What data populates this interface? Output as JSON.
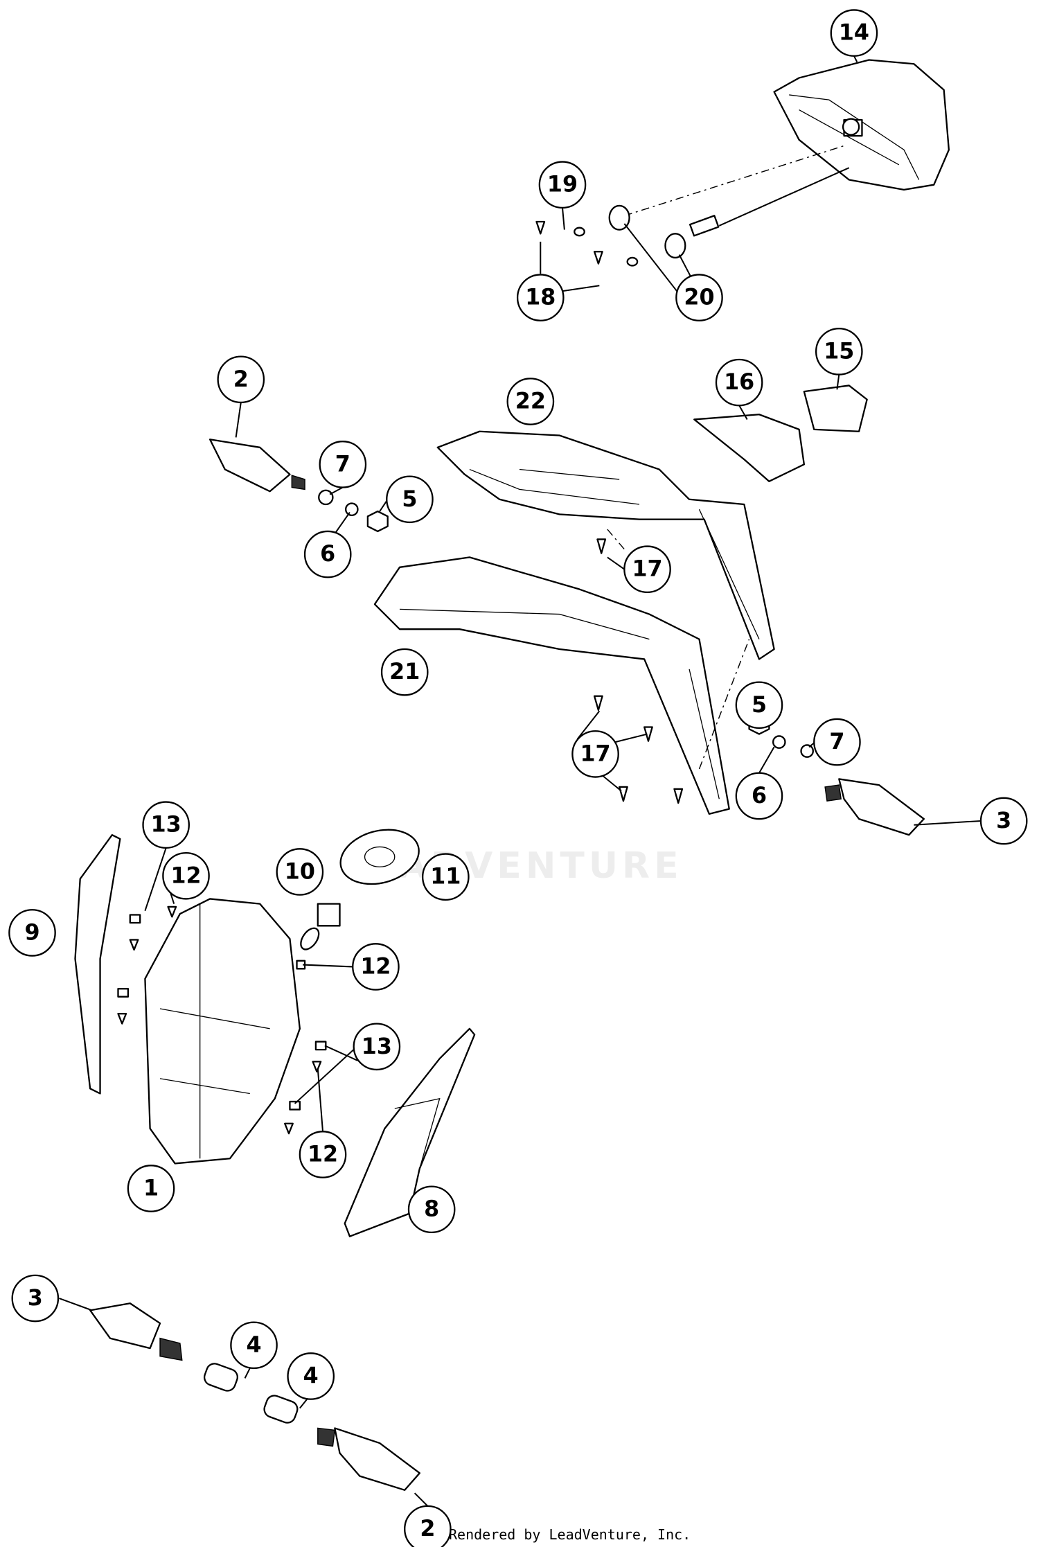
{
  "diagram": {
    "callouts": [
      "14",
      "19",
      "18",
      "20",
      "15",
      "16",
      "2",
      "22",
      "7",
      "5",
      "6",
      "17",
      "21",
      "5",
      "7",
      "17",
      "6",
      "3",
      "13",
      "12",
      "10",
      "11",
      "9",
      "12",
      "13",
      "12",
      "1",
      "8",
      "3",
      "4",
      "4",
      "2"
    ],
    "watermark": "LEADVENTURE",
    "footer": "Rendered by LeadVenture, Inc."
  }
}
